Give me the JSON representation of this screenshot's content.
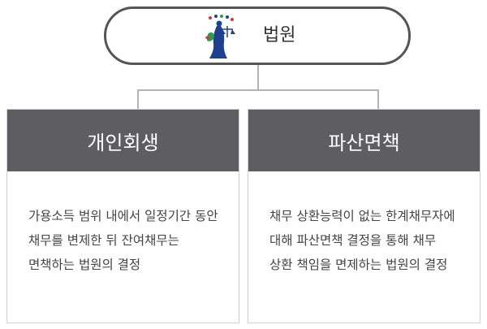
{
  "root": {
    "label": "법원"
  },
  "branches": [
    {
      "title": "개인회생",
      "description": "가용소득 범위 내에서 일정기간 동안 채무를 변제한 뒤 잔여채무는 면책하는 법원의 결정"
    },
    {
      "title": "파산면책",
      "description": "채무 상환능력이 없는 한계채무자에 대해 파산면책 결정을 통해 채무 상환 책임을 면제하는 법원의 결정"
    }
  ],
  "colors": {
    "header_bg": "#5e5e60",
    "border": "#cfcfcf",
    "connector": "#b3b3b3",
    "pill_border": "#555555",
    "emblem_blue": "#1f3f8f",
    "emblem_green": "#2e9a4a",
    "emblem_red": "#d33a3a"
  },
  "icons": {
    "root_emblem": "court-emblem-icon"
  }
}
